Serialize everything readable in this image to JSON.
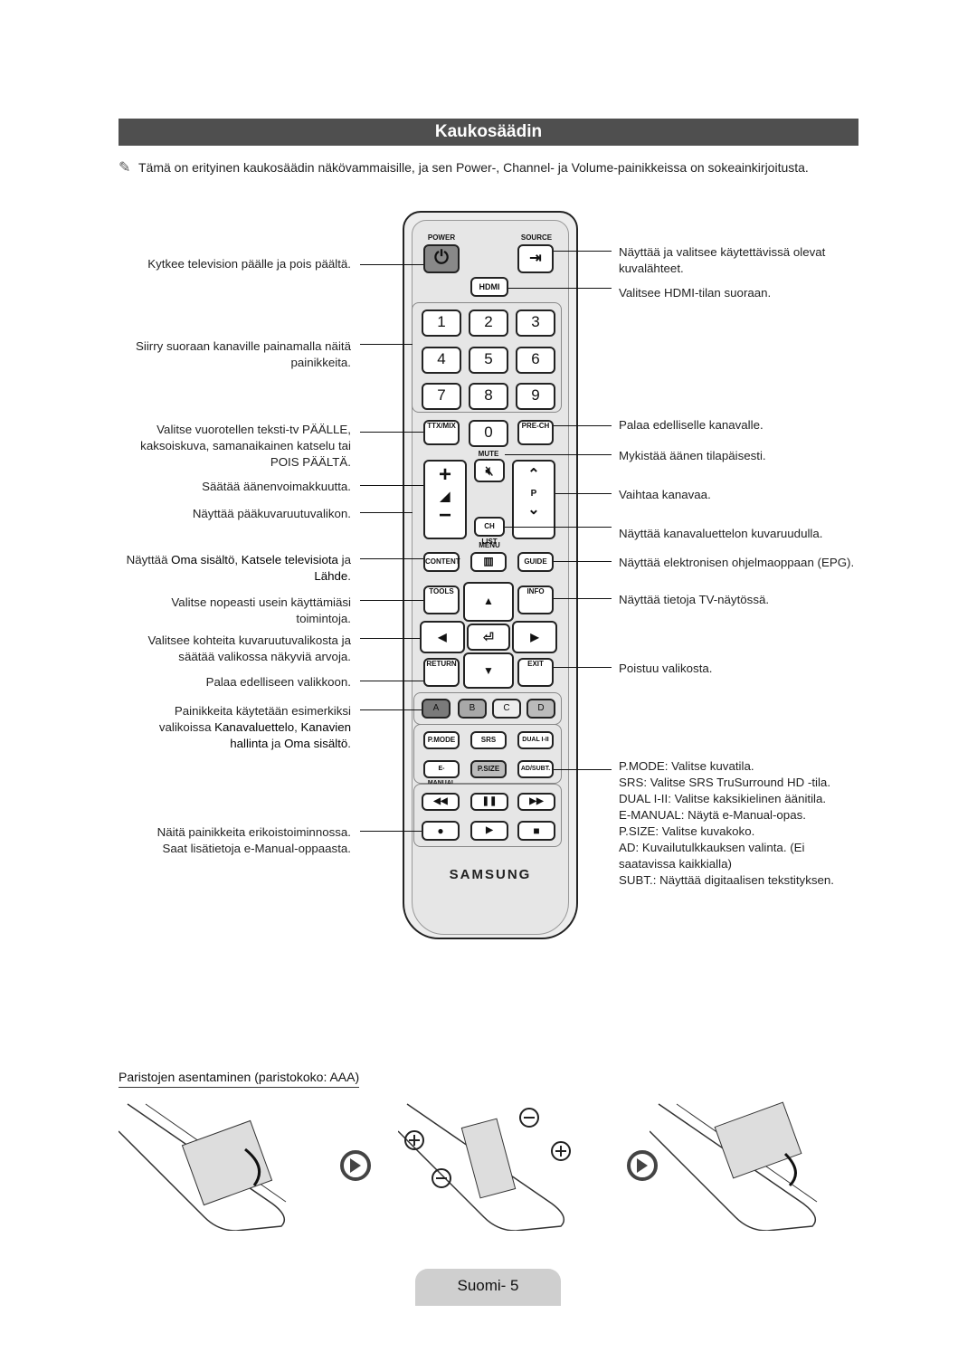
{
  "title": "Kaukosäädin",
  "note": "Tämä on erityinen kaukosäädin näkövammaisille, ja sen Power-, Channel- ja Volume-painikkeissa on sokeainkirjoitusta.",
  "left_labels": {
    "power": "Kytkee television päälle ja pois päältä.",
    "numbers": "Siirry suoraan kanaville painamalla näitä painikkeita.",
    "ttx": "Valitse vuorotellen teksti-tv PÄÄLLE, kaksoiskuva, samanaikainen katselu tai POIS PÄÄLTÄ.",
    "volume": "Säätää äänenvoimakkuutta.",
    "menu": "Näyttää pääkuvaruutuvalikon.",
    "content_pre": "Näyttää ",
    "content_hl1": "Oma sisältö",
    "content_sep": ", ",
    "content_hl2": "Katsele televisiota",
    "content_and": " ja ",
    "content_hl3": "Lähde",
    "content_end": ".",
    "tools": "Valitse nopeasti usein käyttämiäsi toimintoja.",
    "nav": "Valitsee kohteita kuvaruutuvalikosta ja säätää valikossa näkyviä arvoja.",
    "return": "Palaa edelliseen valikkoon.",
    "color_pre": "Painikkeita käytetään esimerkiksi valikoissa ",
    "color_hl1": "Kanavaluettelo",
    "color_sep": ", ",
    "color_hl2": "Kanavien hallinta",
    "color_and": " ja ",
    "color_hl3": "Oma sisältö",
    "color_end": ".",
    "special": "Näitä painikkeita erikoistoiminnossa. Saat lisätietoja e-Manual-oppaasta."
  },
  "right_labels": {
    "source": "Näyttää ja valitsee käytettävissä olevat kuvalähteet.",
    "hdmi": "Valitsee HDMI-tilan suoraan.",
    "prech": "Palaa edelliselle kanavalle.",
    "mute": "Mykistää äänen tilapäisesti.",
    "channel": "Vaihtaa kanavaa.",
    "chlist": "Näyttää kanavaluettelon kuvaruudulla.",
    "guide": "Näyttää elektronisen ohjelmaoppaan (EPG).",
    "info": "Näyttää tietoja TV-näytössä.",
    "exit": "Poistuu valikosta.",
    "pmode_key": "P.MODE",
    "pmode_val": ": Valitse kuvatila.",
    "srs_key": "SRS",
    "srs_val": ": Valitse SRS TruSurround HD -tila.",
    "dual_key": "DUAL I-II",
    "dual_val": ": Valitse kaksikielinen äänitila.",
    "emanual_key": "E-MANUAL",
    "emanual_val": ": Näytä e-Manual-opas.",
    "psize_key": "P.SIZE",
    "psize_val": ": Valitse kuvakoko.",
    "ad_key": "AD",
    "ad_val": ": Kuvailutulkkauksen valinta. (Ei saatavissa kaikkialla)",
    "subt_key": "SUBT.",
    "subt_val": ": Näyttää digitaalisen tekstityksen."
  },
  "remote": {
    "power": "POWER",
    "source": "SOURCE",
    "hdmi": "HDMI",
    "numbers": [
      "1",
      "2",
      "3",
      "4",
      "5",
      "6",
      "7",
      "8",
      "9",
      "0"
    ],
    "ttx": "TTX/MIX",
    "prech": "PRE-CH",
    "mute": "MUTE",
    "p": "P",
    "chlist": "CH LIST",
    "menu": "MENU",
    "content": "CONTENT",
    "guide": "GUIDE",
    "tools": "TOOLS",
    "info": "INFO",
    "return": "RETURN",
    "exit": "EXIT",
    "colors": [
      "A",
      "B",
      "C",
      "D"
    ],
    "pmode": "P.MODE",
    "srs": "SRS",
    "dual": "DUAL I-II",
    "emanual": "E-MANUAL",
    "psize": "P.SIZE",
    "adsubt": "AD/SUBT.",
    "brand": "SAMSUNG"
  },
  "battery_heading": "Paristojen asentaminen (paristokoko: AAA)",
  "footer": "Suomi- 5"
}
